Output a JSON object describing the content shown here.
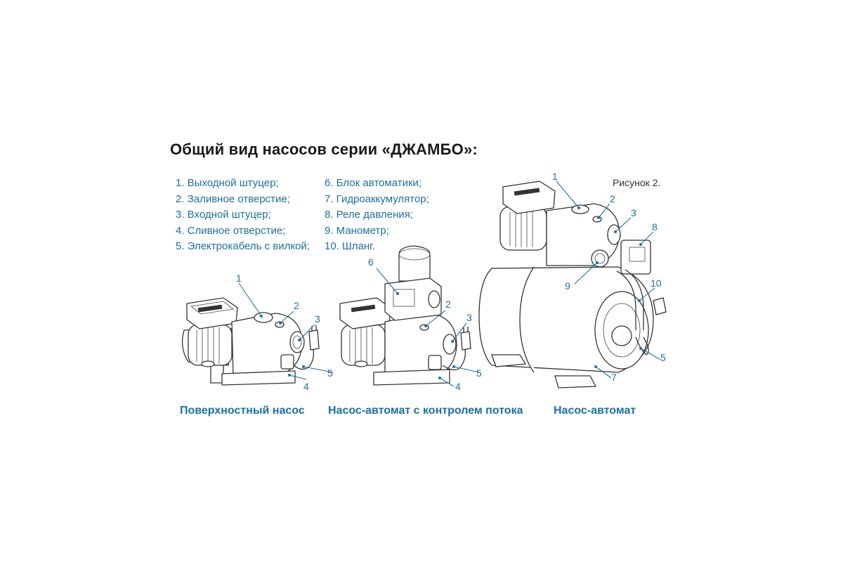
{
  "title": "Общий вид насосов серии «ДЖАМБО»:",
  "figure_note": "Рисунок 2.",
  "legend_left": [
    "1. Выходной штуцер;",
    "2. Заливное отверстие;",
    "3. Входной штуцер;",
    "4. Сливное отверстие;",
    "5. Электрокабель с вилкой;"
  ],
  "legend_right": [
    "6. Блок автоматики;",
    "7. Гидроаккумулятор;",
    "8. Реле давления;",
    "9. Манометр;",
    "10. Шланг."
  ],
  "captions": {
    "surface_pump": "Поверхностный насос",
    "pump_flow_control": "Насос-автомат с контролем потока",
    "pump_station": "Насос-автомат"
  },
  "callouts": {
    "pump1": [
      "1",
      "2",
      "3",
      "4",
      "5"
    ],
    "pump2": [
      "6",
      "2",
      "3",
      "4",
      "5"
    ],
    "pump3": [
      "1",
      "2",
      "3",
      "8",
      "9",
      "10",
      "5",
      "7"
    ]
  },
  "colors": {
    "accent": "#1e6f9f",
    "line": "#333333"
  }
}
